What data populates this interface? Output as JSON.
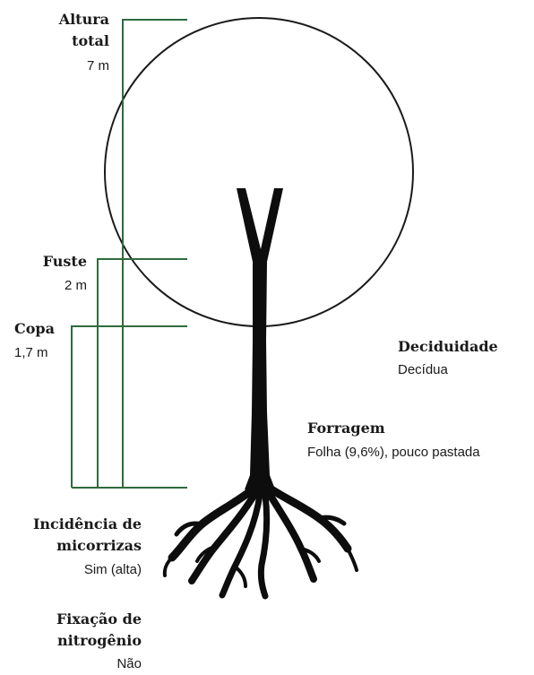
{
  "colors": {
    "measure_line": "#2f6b3c",
    "crown_outline": "#1a1a1a",
    "trunk_fill": "#0d0d0d",
    "text": "#1a1a1a"
  },
  "labels": {
    "altura_total": {
      "title_line1": "Altura",
      "title_line2": "total",
      "value": "7 m"
    },
    "fuste": {
      "title": "Fuste",
      "value": "2 m"
    },
    "copa": {
      "title": "Copa",
      "value": "1,7 m"
    },
    "deciduidade": {
      "title": "Deciduidade",
      "value": "Decídua"
    },
    "forragem": {
      "title": "Forragem",
      "value": "Folha (9,6%), pouco pastada"
    },
    "micorrizas": {
      "title_line1": "Incidência de",
      "title_line2": "micorrizas",
      "value": "Sim (alta)"
    },
    "nitrogenio": {
      "title_line1": "Fixação de",
      "title_line2": "nitrogênio",
      "value": "Não"
    }
  }
}
